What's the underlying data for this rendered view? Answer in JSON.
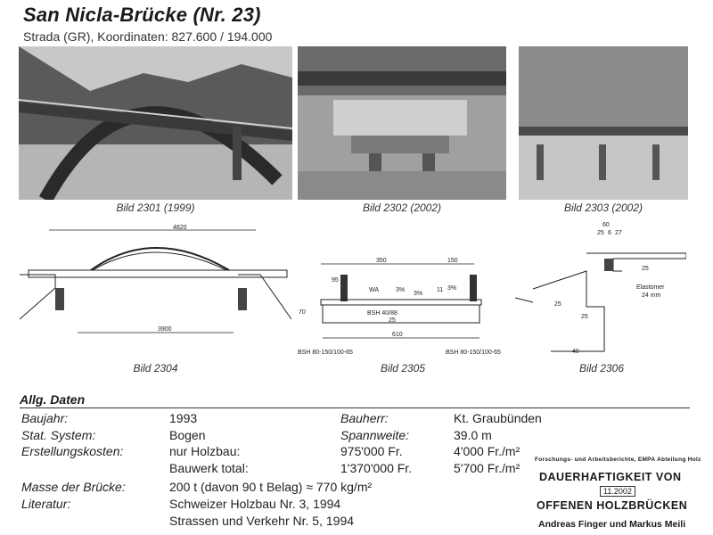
{
  "header": {
    "title": "San Nicla-Brücke (Nr. 23)",
    "subtitle": "Strada (GR), Koordinaten: 827.600 / 194.000"
  },
  "photos": [
    {
      "caption": "Bild 2301 (1999)"
    },
    {
      "caption": "Bild 2302 (2002)"
    },
    {
      "caption": "Bild 2303 (2002)"
    }
  ],
  "drawings": {
    "d2304": {
      "caption": "Bild 2304",
      "dim_top": "4820",
      "dim_bottom": "3900"
    },
    "d2305": {
      "caption": "Bild 2305",
      "dim_a": "350",
      "dim_b": "150",
      "dim_c": "95",
      "wa": "WA",
      "slope1": "3%",
      "slope2": "3%",
      "n11": "11",
      "slope3": "3%",
      "bsh": "BSH 40/88",
      "n25": "25",
      "n70": "70",
      "n610": "610",
      "bsh_left": "BSH 80-150/100-65",
      "bsh_right": "BSH 80-150/100-65"
    },
    "d2306": {
      "caption": "Bild 2306",
      "n60": "60",
      "n25a": "25",
      "n6": "6",
      "n27": "27",
      "n25b": "25",
      "elastomer": "Elastomer",
      "mm": "24 mm",
      "n25c": "25",
      "n25d": "25",
      "n40": "40"
    }
  },
  "general": {
    "heading": "Allg. Daten",
    "baujahr_label": "Baujahr:",
    "baujahr_value": "1993",
    "bauherr_label": "Bauherr:",
    "bauherr_value": "Kt. Graubünden",
    "system_label": "Stat. System:",
    "system_value": "Bogen",
    "spannweite_label": "Spannweite:",
    "spannweite_value": "39.0 m",
    "kosten_label": "Erstellungskosten:",
    "holzbau_label": "nur Holzbau:",
    "holzbau_value": "975'000 Fr.",
    "holzbau_per": "4'000 Fr./m²",
    "total_label": "Bauwerk total:",
    "total_value": "1'370'000 Fr.",
    "total_per": "5'700 Fr./m²",
    "masse_label": "Masse der Brücke:",
    "masse_value": "200 t (davon 90 t Belag) ≈ 770 kg/m²",
    "literatur_label": "Literatur:",
    "literatur_1": "Schweizer Holzbau Nr. 3, 1994",
    "literatur_2": "Strassen und Verkehr Nr. 5, 1994"
  },
  "report": {
    "series": "Forschungs- und Arbeitsberichte, EMPA Abteilung Holz",
    "title1": "DAUERHAFTIGKEIT VON",
    "title2": "OFFENEN HOLZBRÜCKEN",
    "authors": "Andreas Finger und Markus Meili",
    "stamp": "11.2002"
  }
}
